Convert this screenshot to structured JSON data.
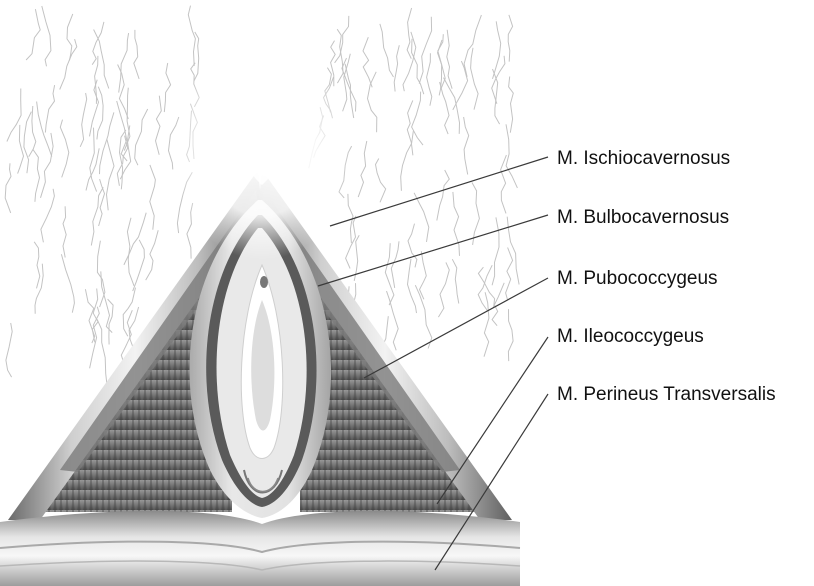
{
  "labels": [
    {
      "id": "ischiocavernosus",
      "text": "M. Ischiocavernosus"
    },
    {
      "id": "bulbocavernosus",
      "text": "M. Bulbocavernosus"
    },
    {
      "id": "pubococcygeus",
      "text": "M. Pubococcygeus"
    },
    {
      "id": "ileococcygeus",
      "text": "M. Ileococcygeus"
    },
    {
      "id": "perineus-transversalis",
      "text": "M. Perineus Transversalis"
    }
  ],
  "colors": {
    "background": "#ffffff",
    "muscle_dark": "#5e5e5e",
    "muscle_mid": "#9a9a9a",
    "muscle_light": "#d8d8d8",
    "hair": "#b9b9b9",
    "leader_line": "#3a3a3a",
    "label_text": "#111111"
  }
}
